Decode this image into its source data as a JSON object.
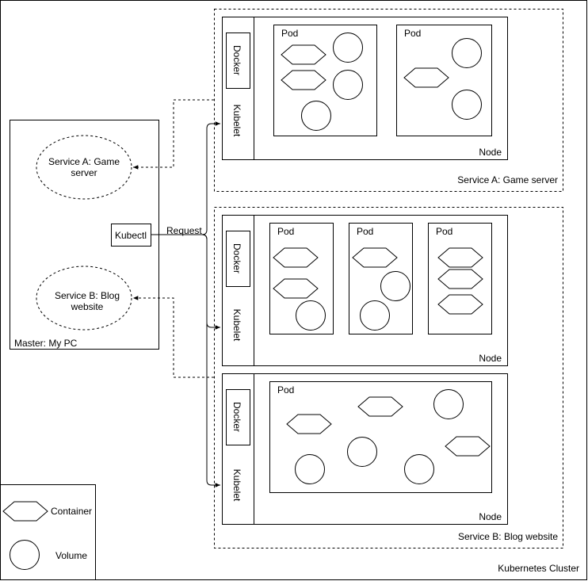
{
  "cluster": {
    "label": "Kubernetes Cluster"
  },
  "master": {
    "label": "Master: My PC",
    "kubectl": "Kubectl",
    "service_a": "Service A: Game server",
    "service_b": "Service B: Blog website"
  },
  "edges": {
    "request": "Request"
  },
  "group_a": {
    "label": "Service A: Game server"
  },
  "group_b": {
    "label": "Service B: Blog website"
  },
  "node": {
    "label": "Node",
    "docker": "Docker",
    "kubelet": "Kubelet",
    "pod": "Pod"
  },
  "legend": {
    "container": "Container",
    "volume": "Volume"
  },
  "nodes": [
    {
      "pods": [
        {
          "containers": 2,
          "volumes": 3
        },
        {
          "containers": 1,
          "volumes": 2
        }
      ]
    },
    {
      "pods": [
        {
          "containers": 2,
          "volumes": 1
        },
        {
          "containers": 1,
          "volumes": 2
        },
        {
          "containers": 3,
          "volumes": 0
        }
      ]
    },
    {
      "pods": [
        {
          "containers": 3,
          "volumes": 4
        }
      ]
    }
  ]
}
